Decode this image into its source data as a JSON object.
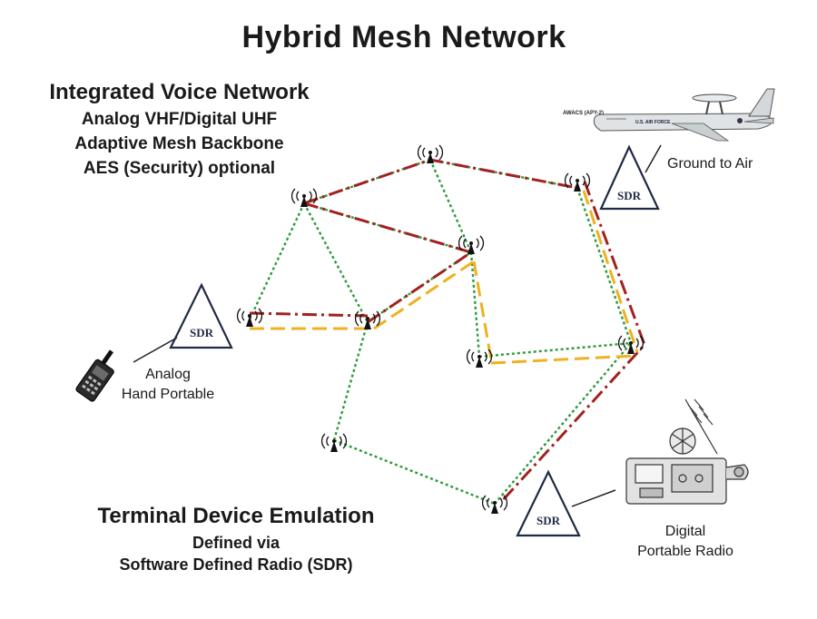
{
  "title": "Hybrid Mesh Network",
  "features": {
    "heading": "Integrated Voice Network",
    "lines": [
      "Analog VHF/Digital UHF",
      "Adaptive Mesh Backbone",
      "AES (Security) optional"
    ]
  },
  "terminal": {
    "heading": "Terminal Device Emulation",
    "lines": [
      "Defined via",
      "Software Defined Radio (SDR)"
    ]
  },
  "sdr_label": "SDR",
  "devices": {
    "ground_to_air": "Ground to Air",
    "analog_line1": "Analog",
    "analog_line2": "Hand Portable",
    "digital_line1": "Digital",
    "digital_line2": "Portable Radio",
    "aircraft_label": "AWACS (APY-2)",
    "aircraft_marking": "U.S. AIR FORCE"
  },
  "colors": {
    "green_link": "#2e9a3a",
    "red_link": "#a32020",
    "orange_link": "#f0b020",
    "outline": "#1f2a44"
  }
}
